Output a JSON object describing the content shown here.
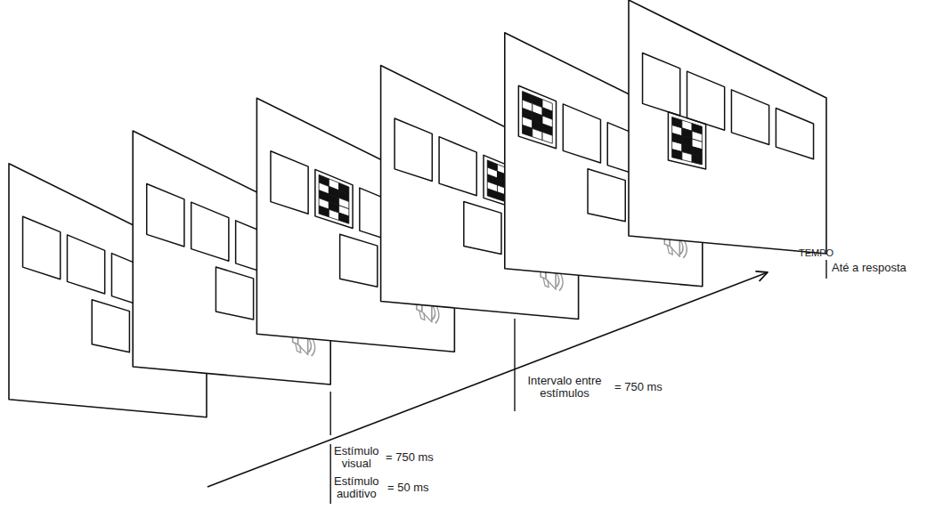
{
  "diagram": {
    "labels": [
      "TEMPO",
      "Estímulo visual",
      "= 750 ms",
      "Estímulo auditivo",
      "= 50 ms",
      "Intervalo entre estímulos",
      "= 750 ms",
      "Até a resposta"
    ]
  }
}
